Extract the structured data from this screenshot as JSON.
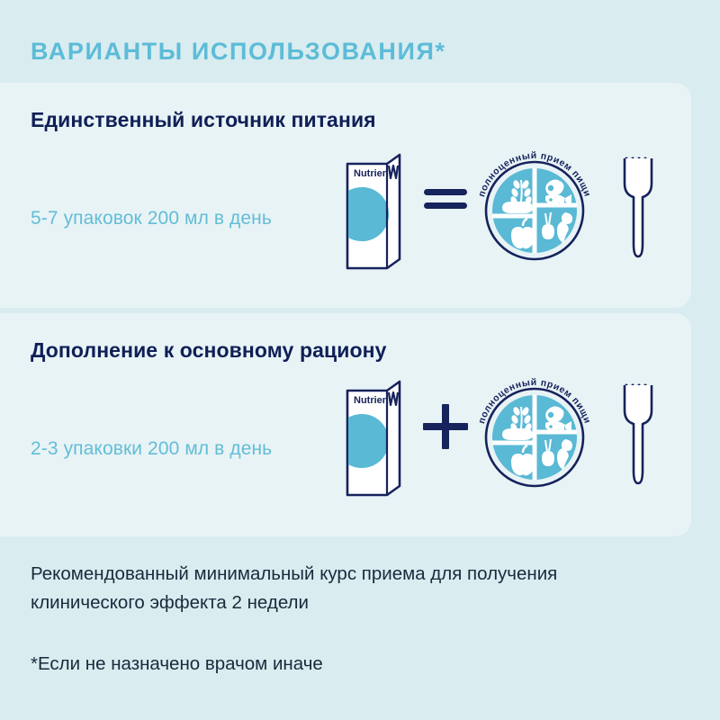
{
  "header": {
    "title": "ВАРИАНТЫ ИСПОЛЬЗОВАНИЯ*"
  },
  "colors": {
    "page_background": "#d9ecef",
    "card_background": "#e8f3f6",
    "title_blue": "#5cbcd8",
    "heading_navy": "#0f1f56",
    "sub_blue": "#63bdd6",
    "body_dark": "#182a3c",
    "illustration_navy": "#16235c",
    "illustration_cyan": "#5ab9d4"
  },
  "cards": [
    {
      "heading": "Единственный источник питания",
      "dosage": "5-7 упаковок 200 мл в день",
      "pack_label": "Nutrien",
      "operator": "equals",
      "operator_symbol": "=",
      "plate_caption": "полноценный прием пищи",
      "utensil": "fork"
    },
    {
      "heading": "Дополнение к основному рациону",
      "dosage": "2-3 упаковки 200 мл в день",
      "pack_label": "Nutrien",
      "operator": "plus",
      "operator_symbol": "+",
      "plate_caption": "полноценный прием пищи",
      "utensil": "fork"
    }
  ],
  "footer": {
    "line1": "Рекомендованный минимальный курс приема для получения",
    "line2": "клинического эффекта 2 недели",
    "disclaimer": "*Если не назначено врачом иначе"
  }
}
